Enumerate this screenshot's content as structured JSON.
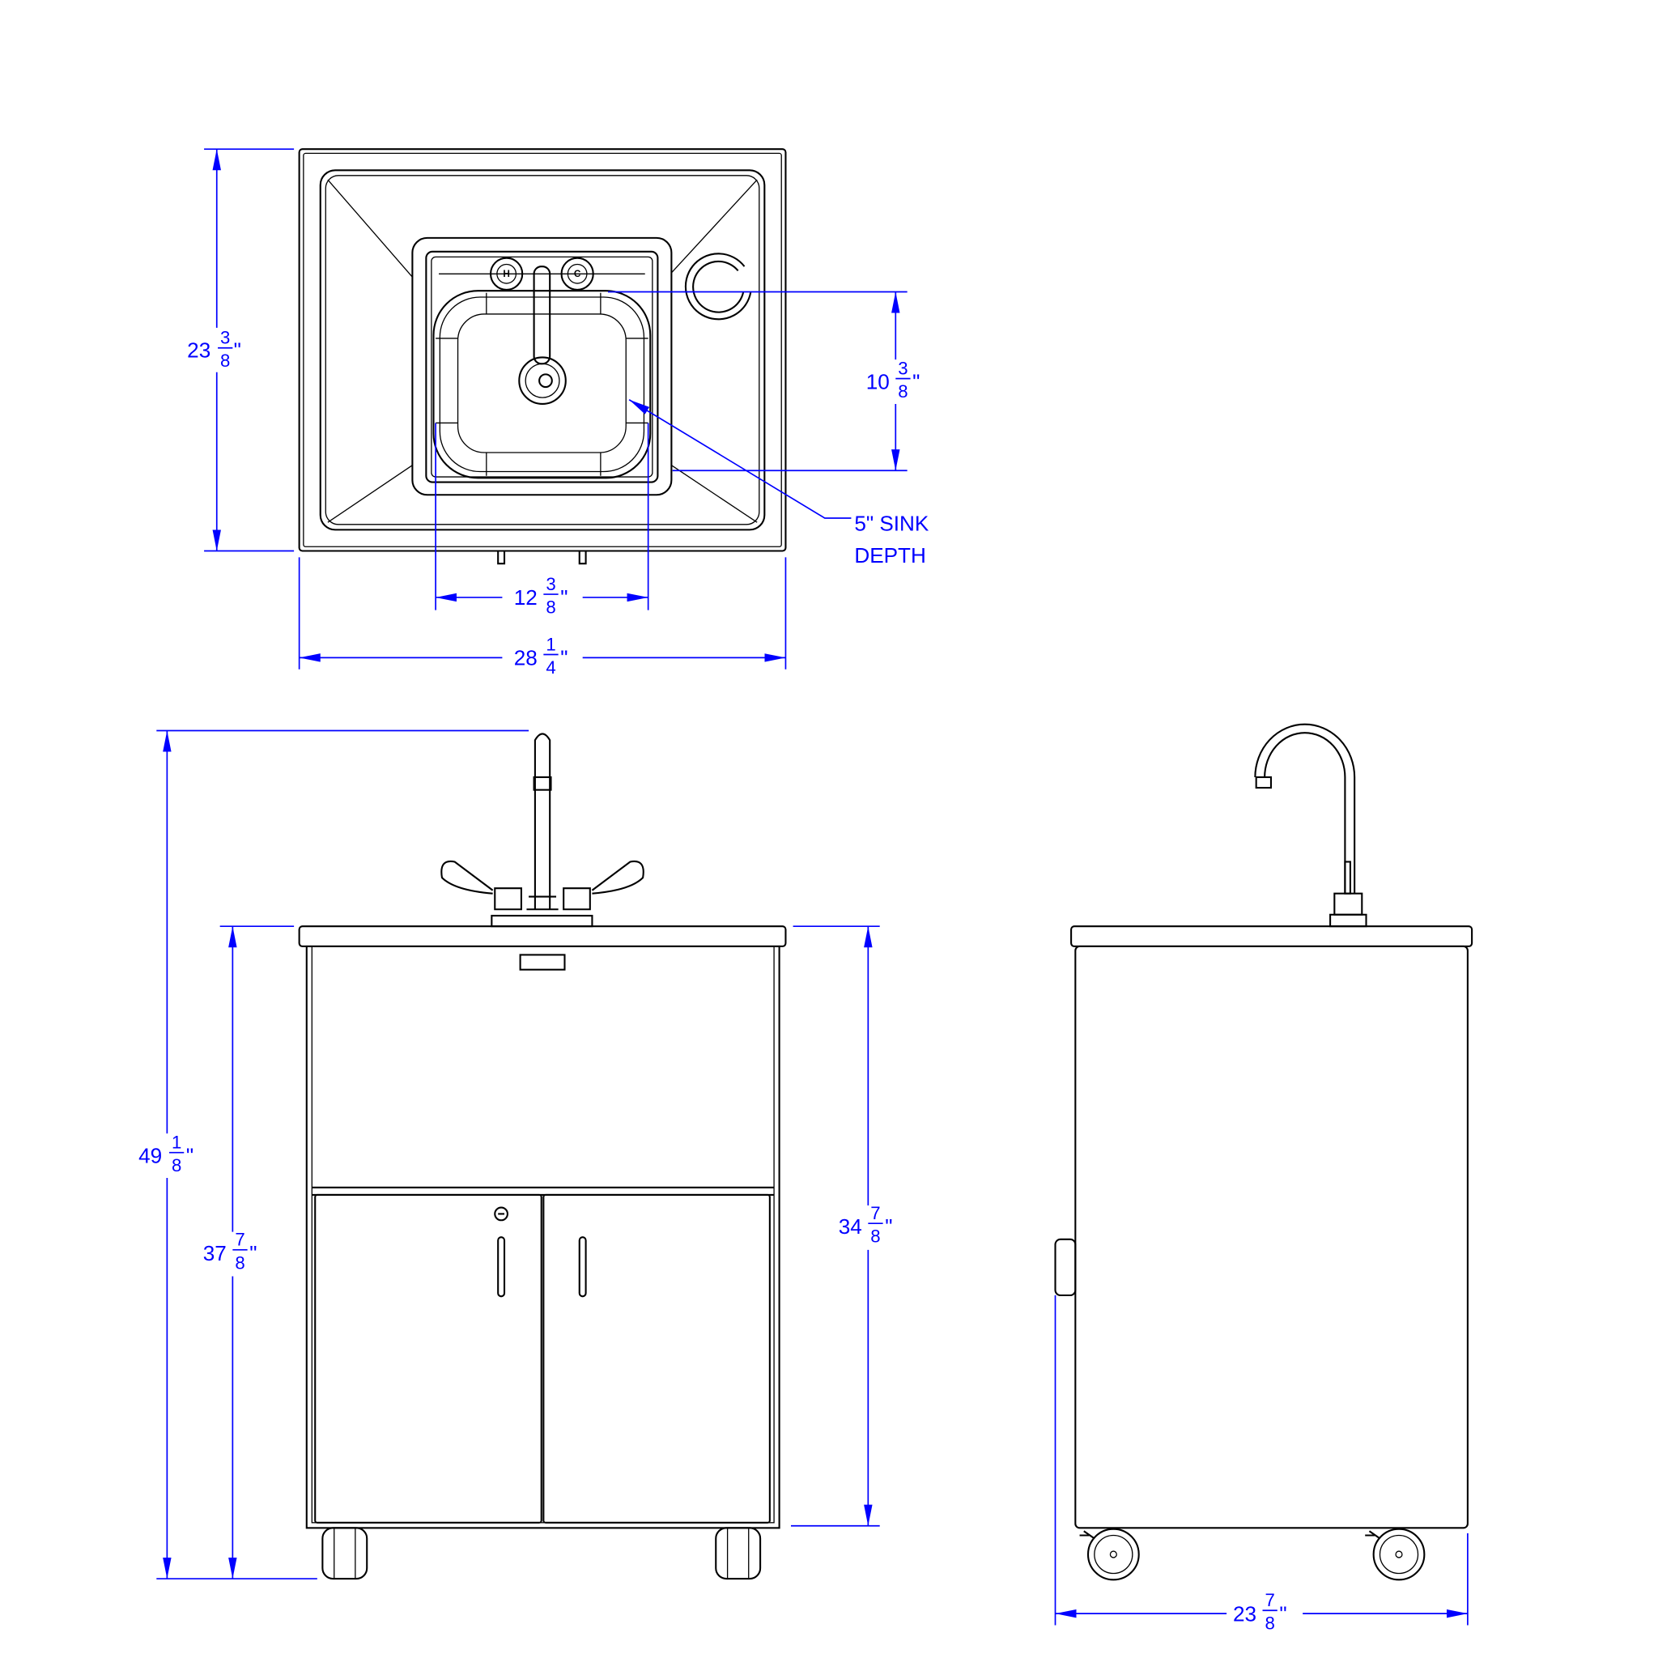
{
  "title": "Portable sink dimension drawing",
  "views": {
    "top": {
      "depth": {
        "whole": "23",
        "num": "3",
        "den": "8",
        "unit": "\""
      },
      "bowl_front_back": {
        "whole": "10",
        "num": "3",
        "den": "8",
        "unit": "\""
      },
      "bowl_width": {
        "whole": "12",
        "num": "3",
        "den": "8",
        "unit": "\""
      },
      "width": {
        "whole": "28",
        "num": "1",
        "den": "4",
        "unit": "\""
      },
      "sink_depth_line1": "5\" SINK",
      "sink_depth_line2": "DEPTH",
      "hot_label": "H",
      "cold_label": "C"
    },
    "front": {
      "overall_height": {
        "whole": "49",
        "num": "1",
        "den": "8",
        "unit": "\""
      },
      "counter_height": {
        "whole": "37",
        "num": "7",
        "den": "8",
        "unit": "\""
      },
      "cabinet_height": {
        "whole": "34",
        "num": "7",
        "den": "8",
        "unit": "\""
      }
    },
    "side": {
      "depth": {
        "whole": "23",
        "num": "7",
        "den": "8",
        "unit": "\""
      }
    }
  },
  "colors": {
    "dimension": "#0000ff",
    "line": "#000000"
  }
}
